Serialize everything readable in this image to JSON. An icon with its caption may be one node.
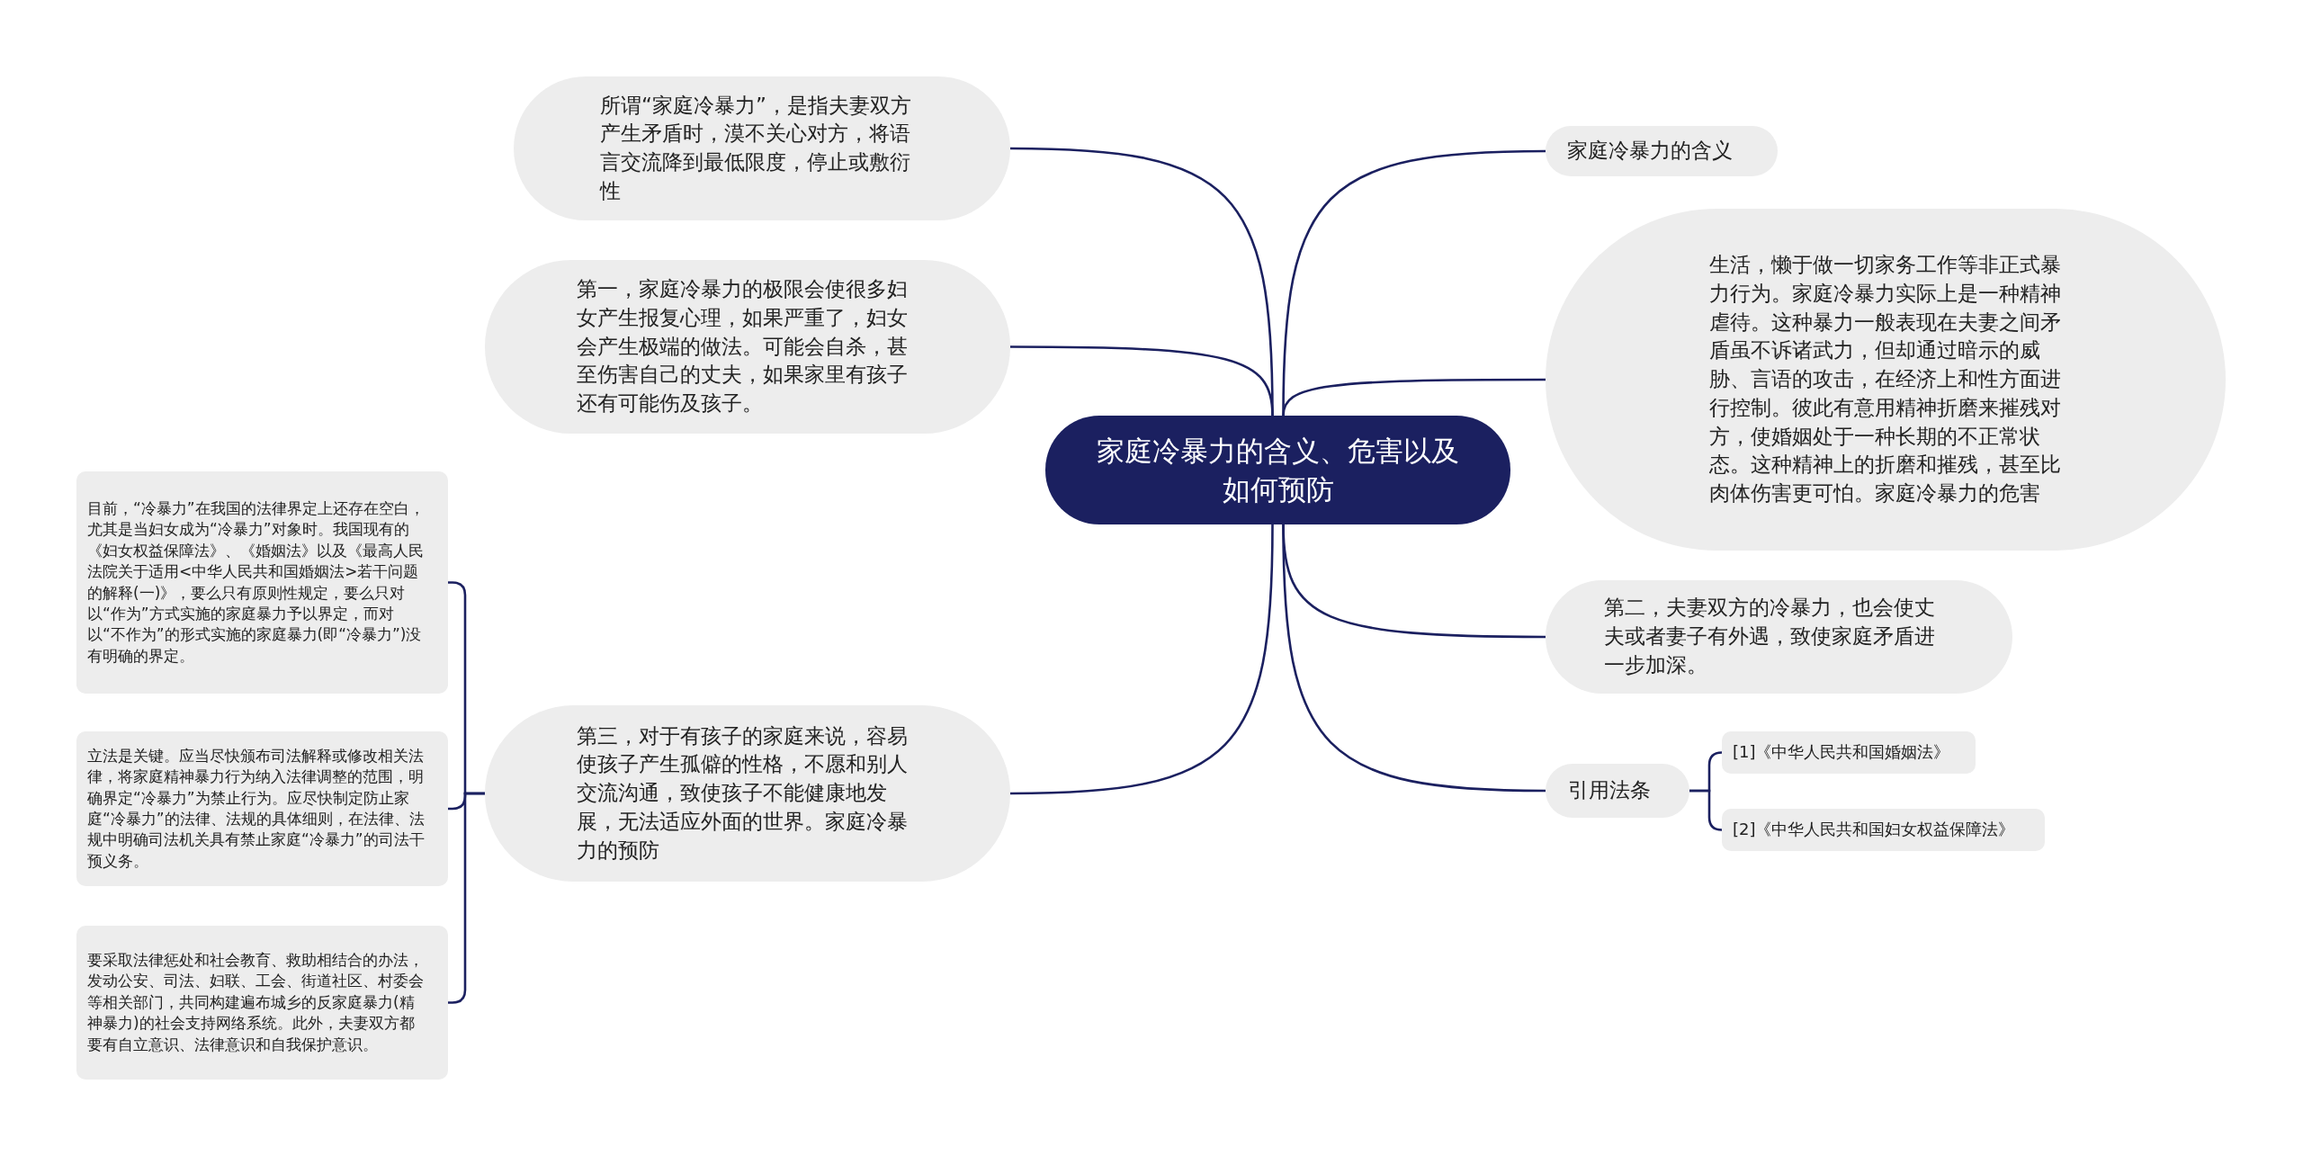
{
  "diagram": {
    "nodes": [
      {
        "text": [
          "家庭冷暴力的含义、危害以及如何预防"
        ]
      },
      {
        "text": [
          "所谓“家庭冷暴力”，是指夫妻双方产生矛盾时，漠不关心对方，将语言交流降到最低限度，停止或敷衍性"
        ]
      },
      {
        "text": [
          "第一，家庭冷暴力的极限会使很多妇女产生报复心理，如果严重了，妇女会产生极端的做法。可能会自杀，甚至伤害自己的丈夫，如果家里有孩子还有可能伤及孩子。"
        ]
      },
      {
        "text": [
          "第三，对于有孩子的家庭来说，容易使孩子产生孤僻的性格，不愿和别人交流沟通，致使孩子不能健康地发展，无法适应外面的世界。家庭冷暴力的预防"
        ]
      },
      {
        "text": [
          "目前，“冷暴力”在我国的法律界定上还存在空白，尤其是当妇女成为“冷暴力”对象时。我国现有的《妇女权益保障法》、《婚姻法》以及《最高人民法院关于适用<中华人民共和国婚姻法>若干问题的解释(一)》，要么只有原则性规定，要么只对以“作为”方式实施的家庭暴力予以界定，而对以“不作为”的形式实施的家庭暴力(即“冷暴力”)没有明确的界定。"
        ]
      },
      {
        "text": [
          "立法是关键。应当尽快颁布司法解释或修改相关法律，将家庭精神暴力行为纳入法律调整的范围，明确界定“冷暴力”为禁止行为。应尽快制定防止家庭“冷暴力”的法律、法规的具体细则，在法律、法规中明确司法机关具有禁止家庭“冷暴力”的司法干预义务。"
        ]
      },
      {
        "text": [
          "要采取法律惩处和社会教育、救助相结合的办法，发动公安、司法、妇联、工会、街道社区、村委会等相关部门，共同构建遍布城乡的反家庭暴力(精神暴力)的社会支持网络系统。此外，夫妻双方都要有自立意识、法律意识和自我保护意识。"
        ]
      },
      {
        "text": [
          "家庭冷暴力的含义"
        ]
      },
      {
        "text": [
          "生活，懒于做一切家务工作等非正式暴力行为。家庭冷暴力实际上是一种精神虐待。这种暴力一般表现在夫妻之间矛盾虽不诉诸武力，但却通过暗示的威胁、言语的攻击，在经济上和性方面进行控制。彼此有意用精神折磨来摧残对方，使婚姻处于一种长期的不正常状态。这种精神上的折磨和摧残，甚至比肉体伤害更可怕。家庭冷暴力的危害"
        ]
      },
      {
        "text": [
          "第二，夫妻双方的冷暴力，也会使丈夫或者妻子有外遇，致使家庭矛盾进一步加深。"
        ]
      },
      {
        "text": [
          "引用法条"
        ]
      },
      {
        "text": [
          "[1]《中华人民共和国婚姻法》"
        ]
      },
      {
        "text": [
          "[2]《中华人民共和国妇女权益保障法》"
        ]
      }
    ],
    "edges": [
      {
        "from": 0,
        "to": 1,
        "arrow": "none"
      },
      {
        "from": 0,
        "to": 2,
        "arrow": "none"
      },
      {
        "from": 0,
        "to": 3,
        "arrow": "none"
      },
      {
        "from": 3,
        "to": 4,
        "arrow": "none"
      },
      {
        "from": 3,
        "to": 5,
        "arrow": "none"
      },
      {
        "from": 3,
        "to": 6,
        "arrow": "none"
      },
      {
        "from": 0,
        "to": 7,
        "arrow": "none"
      },
      {
        "from": 0,
        "to": 8,
        "arrow": "none"
      },
      {
        "from": 0,
        "to": 9,
        "arrow": "none"
      },
      {
        "from": 0,
        "to": 10,
        "arrow": "none"
      },
      {
        "from": 10,
        "to": 11,
        "arrow": "none"
      },
      {
        "from": 10,
        "to": 12,
        "arrow": "none"
      }
    ]
  }
}
